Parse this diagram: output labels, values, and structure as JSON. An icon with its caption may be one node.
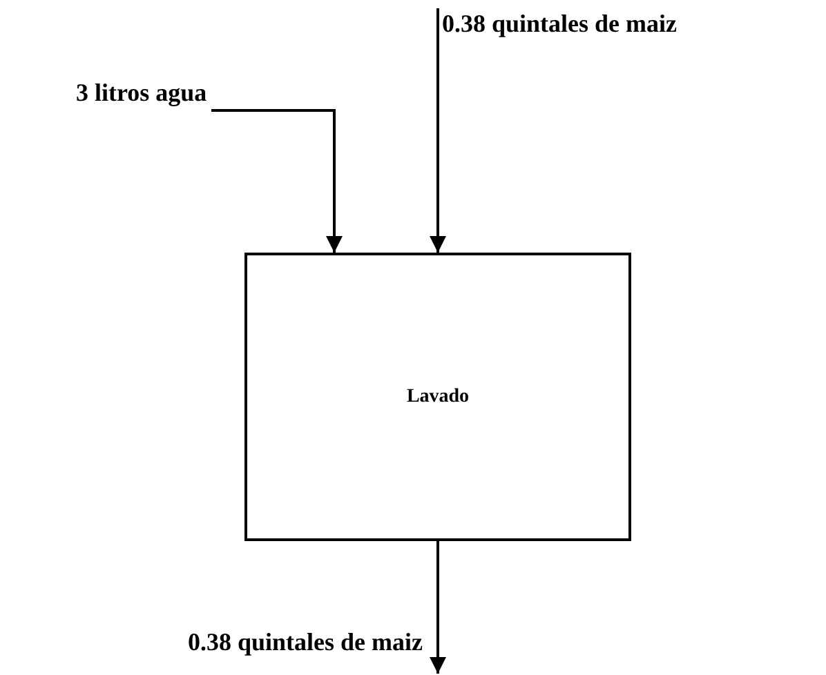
{
  "diagram": {
    "nodes": [
      {
        "text": [
          "3 litros agua"
        ]
      },
      {
        "text": [
          "0.38 quintales de maiz"
        ]
      },
      {
        "text": [
          "Lavado"
        ]
      },
      {
        "text": [
          "0.38 quintales de maiz"
        ]
      }
    ],
    "edges": [
      {
        "from": 0,
        "to": 2,
        "arrow": "to"
      },
      {
        "from": 1,
        "to": 2,
        "arrow": "to"
      },
      {
        "from": 2,
        "to": 3,
        "arrow": "to"
      }
    ]
  }
}
